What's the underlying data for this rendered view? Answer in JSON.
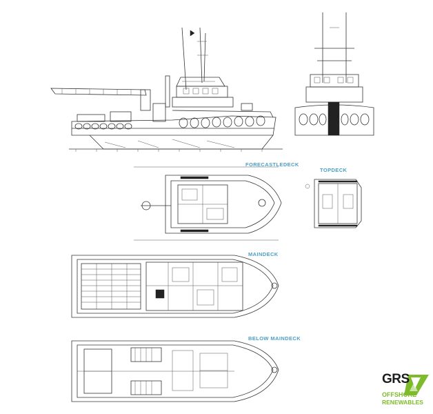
{
  "labels": {
    "forecastle": "FORECASTLEDECK",
    "topdeck": "TOPDECK",
    "maindeck": "MAINDECK",
    "below_maindeck": "BELOW MAINDECK"
  },
  "logo": {
    "brand": "GRS",
    "line1": "OFFSHORE",
    "line2": "RENEWABLES"
  },
  "colors": {
    "label": "#4a9fc8",
    "drawing": "#333333",
    "logo_green": "#7dbb2b",
    "logo_dark": "#1c1c1c"
  }
}
